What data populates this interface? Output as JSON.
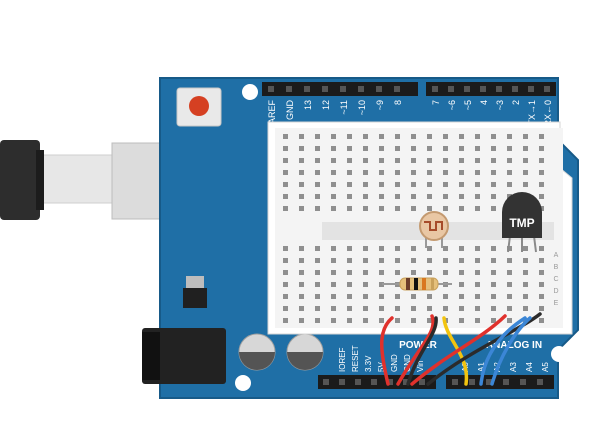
{
  "board": {
    "color": "#1f6fa6",
    "digital_labels_left": [
      "AREF",
      "GND",
      "13",
      "12",
      "~11",
      "~10",
      "~9",
      "8"
    ],
    "digital_labels_right": [
      "7",
      "~6",
      "~5",
      "4",
      "~3",
      "2",
      "TX→1",
      "RX←0"
    ],
    "power_header_label": "POWER",
    "analog_header_label": "ANALOG IN",
    "power_pin_labels": [
      "IOREF",
      "RESET",
      "3.3V",
      "5V",
      "GND",
      "GND",
      "Vin"
    ],
    "analog_pin_labels": [
      "A0",
      "A1",
      "A2",
      "A3",
      "A4",
      "A5"
    ]
  },
  "components": {
    "temperature_sensor_label": "TMP",
    "breadboard_row_letters": [
      "A",
      "B",
      "C",
      "D",
      "E"
    ]
  },
  "wire_colors": {
    "red": "#e0312c",
    "black": "#2b2b2b",
    "yellow": "#f2c40f",
    "blue": "#3b86d6"
  }
}
